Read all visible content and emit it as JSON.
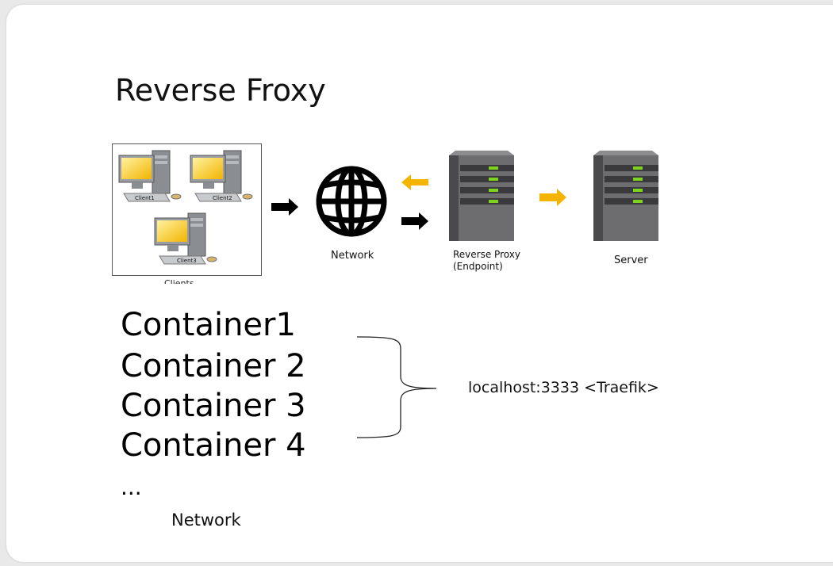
{
  "title": "Reverse Froxy",
  "clients": {
    "pcs": [
      "Client1",
      "Client2",
      "Client3"
    ],
    "caption": "Clients"
  },
  "network_caption": "Network",
  "proxy_caption": [
    "Reverse Proxy",
    "(Endpoint)"
  ],
  "server_caption": "Server",
  "containers": [
    "Container1",
    "Container 2",
    "Container 3",
    "Container 4"
  ],
  "ellipsis": "...",
  "network_label": "Network",
  "traefik_label": "localhost:3333  <Traefik>",
  "colors": {
    "arrow_dark": "#000000",
    "arrow_accent": "#f5b400",
    "led": "#7ed321"
  }
}
